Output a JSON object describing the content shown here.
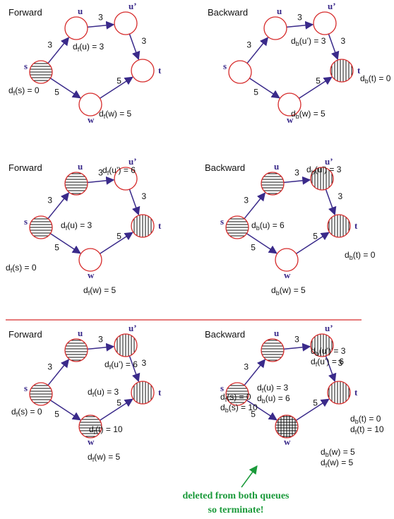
{
  "panels": [
    {
      "title": "Forward",
      "nodes": {
        "s": {
          "label": "s",
          "pattern": "h"
        },
        "u": {
          "label": "u",
          "pattern": "none"
        },
        "up": {
          "label": "u’",
          "pattern": "none"
        },
        "t": {
          "label": "t",
          "pattern": "none"
        },
        "w": {
          "label": "w",
          "pattern": "none"
        }
      },
      "weights": {
        "su": "3",
        "uup": "3",
        "upt": "3",
        "sw": "5",
        "wt": "5"
      },
      "dist": {
        "s": [
          "d",
          "f",
          "(s) = 0"
        ],
        "u": [
          "d",
          "f",
          "(u) = 3"
        ],
        "w": [
          "d",
          "f",
          "(w) = 5"
        ]
      }
    },
    {
      "title": "Backward",
      "nodes": {
        "s": {
          "label": "s",
          "pattern": "none"
        },
        "u": {
          "label": "u",
          "pattern": "none"
        },
        "up": {
          "label": "u’",
          "pattern": "none"
        },
        "t": {
          "label": "t",
          "pattern": "v"
        },
        "w": {
          "label": "w",
          "pattern": "none"
        }
      },
      "weights": {
        "su": "3",
        "uup": "3",
        "upt": "3",
        "sw": "5",
        "wt": "5"
      },
      "dist": {
        "up": [
          "d",
          "b",
          "(u’) = 3"
        ],
        "t": [
          "d",
          "b",
          "(t) = 0"
        ],
        "w": [
          "d",
          "b",
          "(w) = 5"
        ]
      }
    },
    {
      "title": "Forward",
      "nodes": {
        "s": {
          "label": "s",
          "pattern": "h"
        },
        "u": {
          "label": "u",
          "pattern": "h"
        },
        "up": {
          "label": "u’",
          "pattern": "none"
        },
        "t": {
          "label": "t",
          "pattern": "v"
        },
        "w": {
          "label": "w",
          "pattern": "none"
        }
      },
      "weights": {
        "su": "3",
        "uup": "3",
        "upt": "3",
        "sw": "5",
        "wt": "5"
      },
      "dist": {
        "up": [
          "d",
          "f",
          "(u’) = 6"
        ],
        "u": [
          "d",
          "f",
          "(u) = 3"
        ],
        "s": [
          "d",
          "f",
          "(s) = 0"
        ],
        "w": [
          "d",
          "f",
          "(w) = 5"
        ]
      }
    },
    {
      "title": "Backward",
      "nodes": {
        "s": {
          "label": "s",
          "pattern": "h"
        },
        "u": {
          "label": "u",
          "pattern": "h"
        },
        "up": {
          "label": "u’",
          "pattern": "v"
        },
        "t": {
          "label": "t",
          "pattern": "v"
        },
        "w": {
          "label": "w",
          "pattern": "none"
        }
      },
      "weights": {
        "su": "3",
        "uup": "3",
        "upt": "3",
        "sw": "5",
        "wt": "5"
      },
      "dist": {
        "up": [
          "d",
          "b",
          "(u’) = 3"
        ],
        "u": [
          "d",
          "b",
          "(u) = 6"
        ],
        "t": [
          "d",
          "b",
          "(t) = 0"
        ],
        "w": [
          "d",
          "b",
          "(w) = 5"
        ]
      }
    },
    {
      "title": "Forward",
      "nodes": {
        "s": {
          "label": "s",
          "pattern": "h"
        },
        "u": {
          "label": "u",
          "pattern": "h"
        },
        "up": {
          "label": "u’",
          "pattern": "v"
        },
        "t": {
          "label": "t",
          "pattern": "v"
        },
        "w": {
          "label": "w",
          "pattern": "h"
        }
      },
      "weights": {
        "su": "3",
        "uup": "3",
        "upt": "3",
        "sw": "5",
        "wt": "5"
      },
      "dist": {
        "up": [
          "d",
          "f",
          "(u’) = 6"
        ],
        "u": [
          "d",
          "f",
          "(u) = 3"
        ],
        "t": [
          "d",
          "f",
          "(t) = 10"
        ],
        "s": [
          "d",
          "f",
          "(s) = 0"
        ],
        "w": [
          "d",
          "f",
          "(w) = 5"
        ]
      }
    },
    {
      "title": "Backward",
      "nodes": {
        "s": {
          "label": "s",
          "pattern": "h"
        },
        "u": {
          "label": "u",
          "pattern": "h"
        },
        "up": {
          "label": "u’",
          "pattern": "v"
        },
        "t": {
          "label": "t",
          "pattern": "v"
        },
        "w": {
          "label": "w",
          "pattern": "grid"
        }
      },
      "weights": {
        "su": "3",
        "uup": "3",
        "upt": "3",
        "sw": "5",
        "wt": "5"
      },
      "dist": {
        "up": [
          [
            "d",
            "b",
            "(u’) = 3"
          ],
          [
            "d",
            "f",
            "(u’) = 6"
          ]
        ],
        "u": [
          [
            "d",
            "f",
            "(u) = 3"
          ],
          [
            "d",
            "b",
            "(u) = 6"
          ]
        ],
        "t": [
          [
            "d",
            "b",
            "(t) = 0"
          ],
          [
            "d",
            "f",
            "(t) = 10"
          ]
        ],
        "s": [
          [
            "d",
            "f",
            "(s) = 0"
          ],
          [
            "d",
            "b",
            "(s) = 10"
          ]
        ],
        "w": [
          [
            "d",
            "b",
            "(w) = 5"
          ],
          [
            "d",
            "f",
            "(w) = 5"
          ]
        ]
      }
    }
  ],
  "note": [
    "deleted from both queues",
    "so terminate!"
  ],
  "colors": {
    "node_stroke": "#d62a2a",
    "edge": "#3a2a8a",
    "divider": "#d62a2a",
    "note": "#1a9a3a"
  }
}
